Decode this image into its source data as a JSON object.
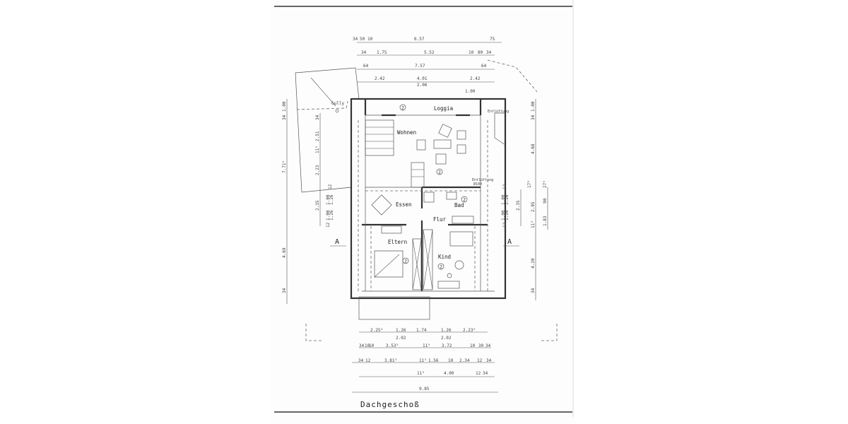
{
  "plan": {
    "title": "Dachgeschoß",
    "section_marker": "A",
    "gully_label": "Gully",
    "vent_label_top": "Entlüftung",
    "vent_label_mid": "Entlüftung",
    "vent_size": "Ø100",
    "rooms": [
      {
        "name": "Loggia",
        "marker": "2"
      },
      {
        "name": "Wohnen",
        "marker": "2"
      },
      {
        "name": "Essen",
        "marker": ""
      },
      {
        "name": "Bad",
        "marker": "2"
      },
      {
        "name": "Flur",
        "marker": ""
      },
      {
        "name": "Eltern",
        "marker": "2"
      },
      {
        "name": "Kind",
        "marker": "2"
      }
    ]
  },
  "dimensions": {
    "top": [
      "34",
      "50",
      "10",
      "6.57",
      "75",
      "34",
      "1.75",
      "5.52",
      "10",
      "80",
      "34",
      "64",
      "7.57",
      "64",
      "2.42",
      "4.01",
      "2.06",
      "2.42",
      "1.00"
    ],
    "bottom": [
      "2.25⁵",
      "1.26",
      "1.74",
      "1.26",
      "2.23⁵",
      "2.02",
      "2.02",
      "34",
      "10",
      "10",
      "3.53⁵",
      "11⁵",
      "3.72",
      "10",
      "30",
      "34",
      "34",
      "12",
      "3.81⁵",
      "11⁵",
      "1.56",
      "10",
      "2.34",
      "12",
      "34",
      "11⁵",
      "4.00",
      "12",
      "34",
      "9.85"
    ],
    "left": [
      "1.00",
      "34",
      "7.71⁵",
      "4.69",
      "34",
      "34",
      "2.51",
      "11⁵",
      "2.23",
      "2.35",
      "12",
      "1.00",
      "1.26",
      "1.00",
      "1.26",
      "12"
    ],
    "right": [
      "1.00",
      "34",
      "4.68",
      "17⁵",
      "2.95",
      "11⁵",
      "4.20",
      "34",
      "2.35",
      "27⁵",
      "90",
      "1.83",
      "12",
      "1.00",
      "1.26",
      "1.00",
      "1.26",
      "12"
    ]
  }
}
